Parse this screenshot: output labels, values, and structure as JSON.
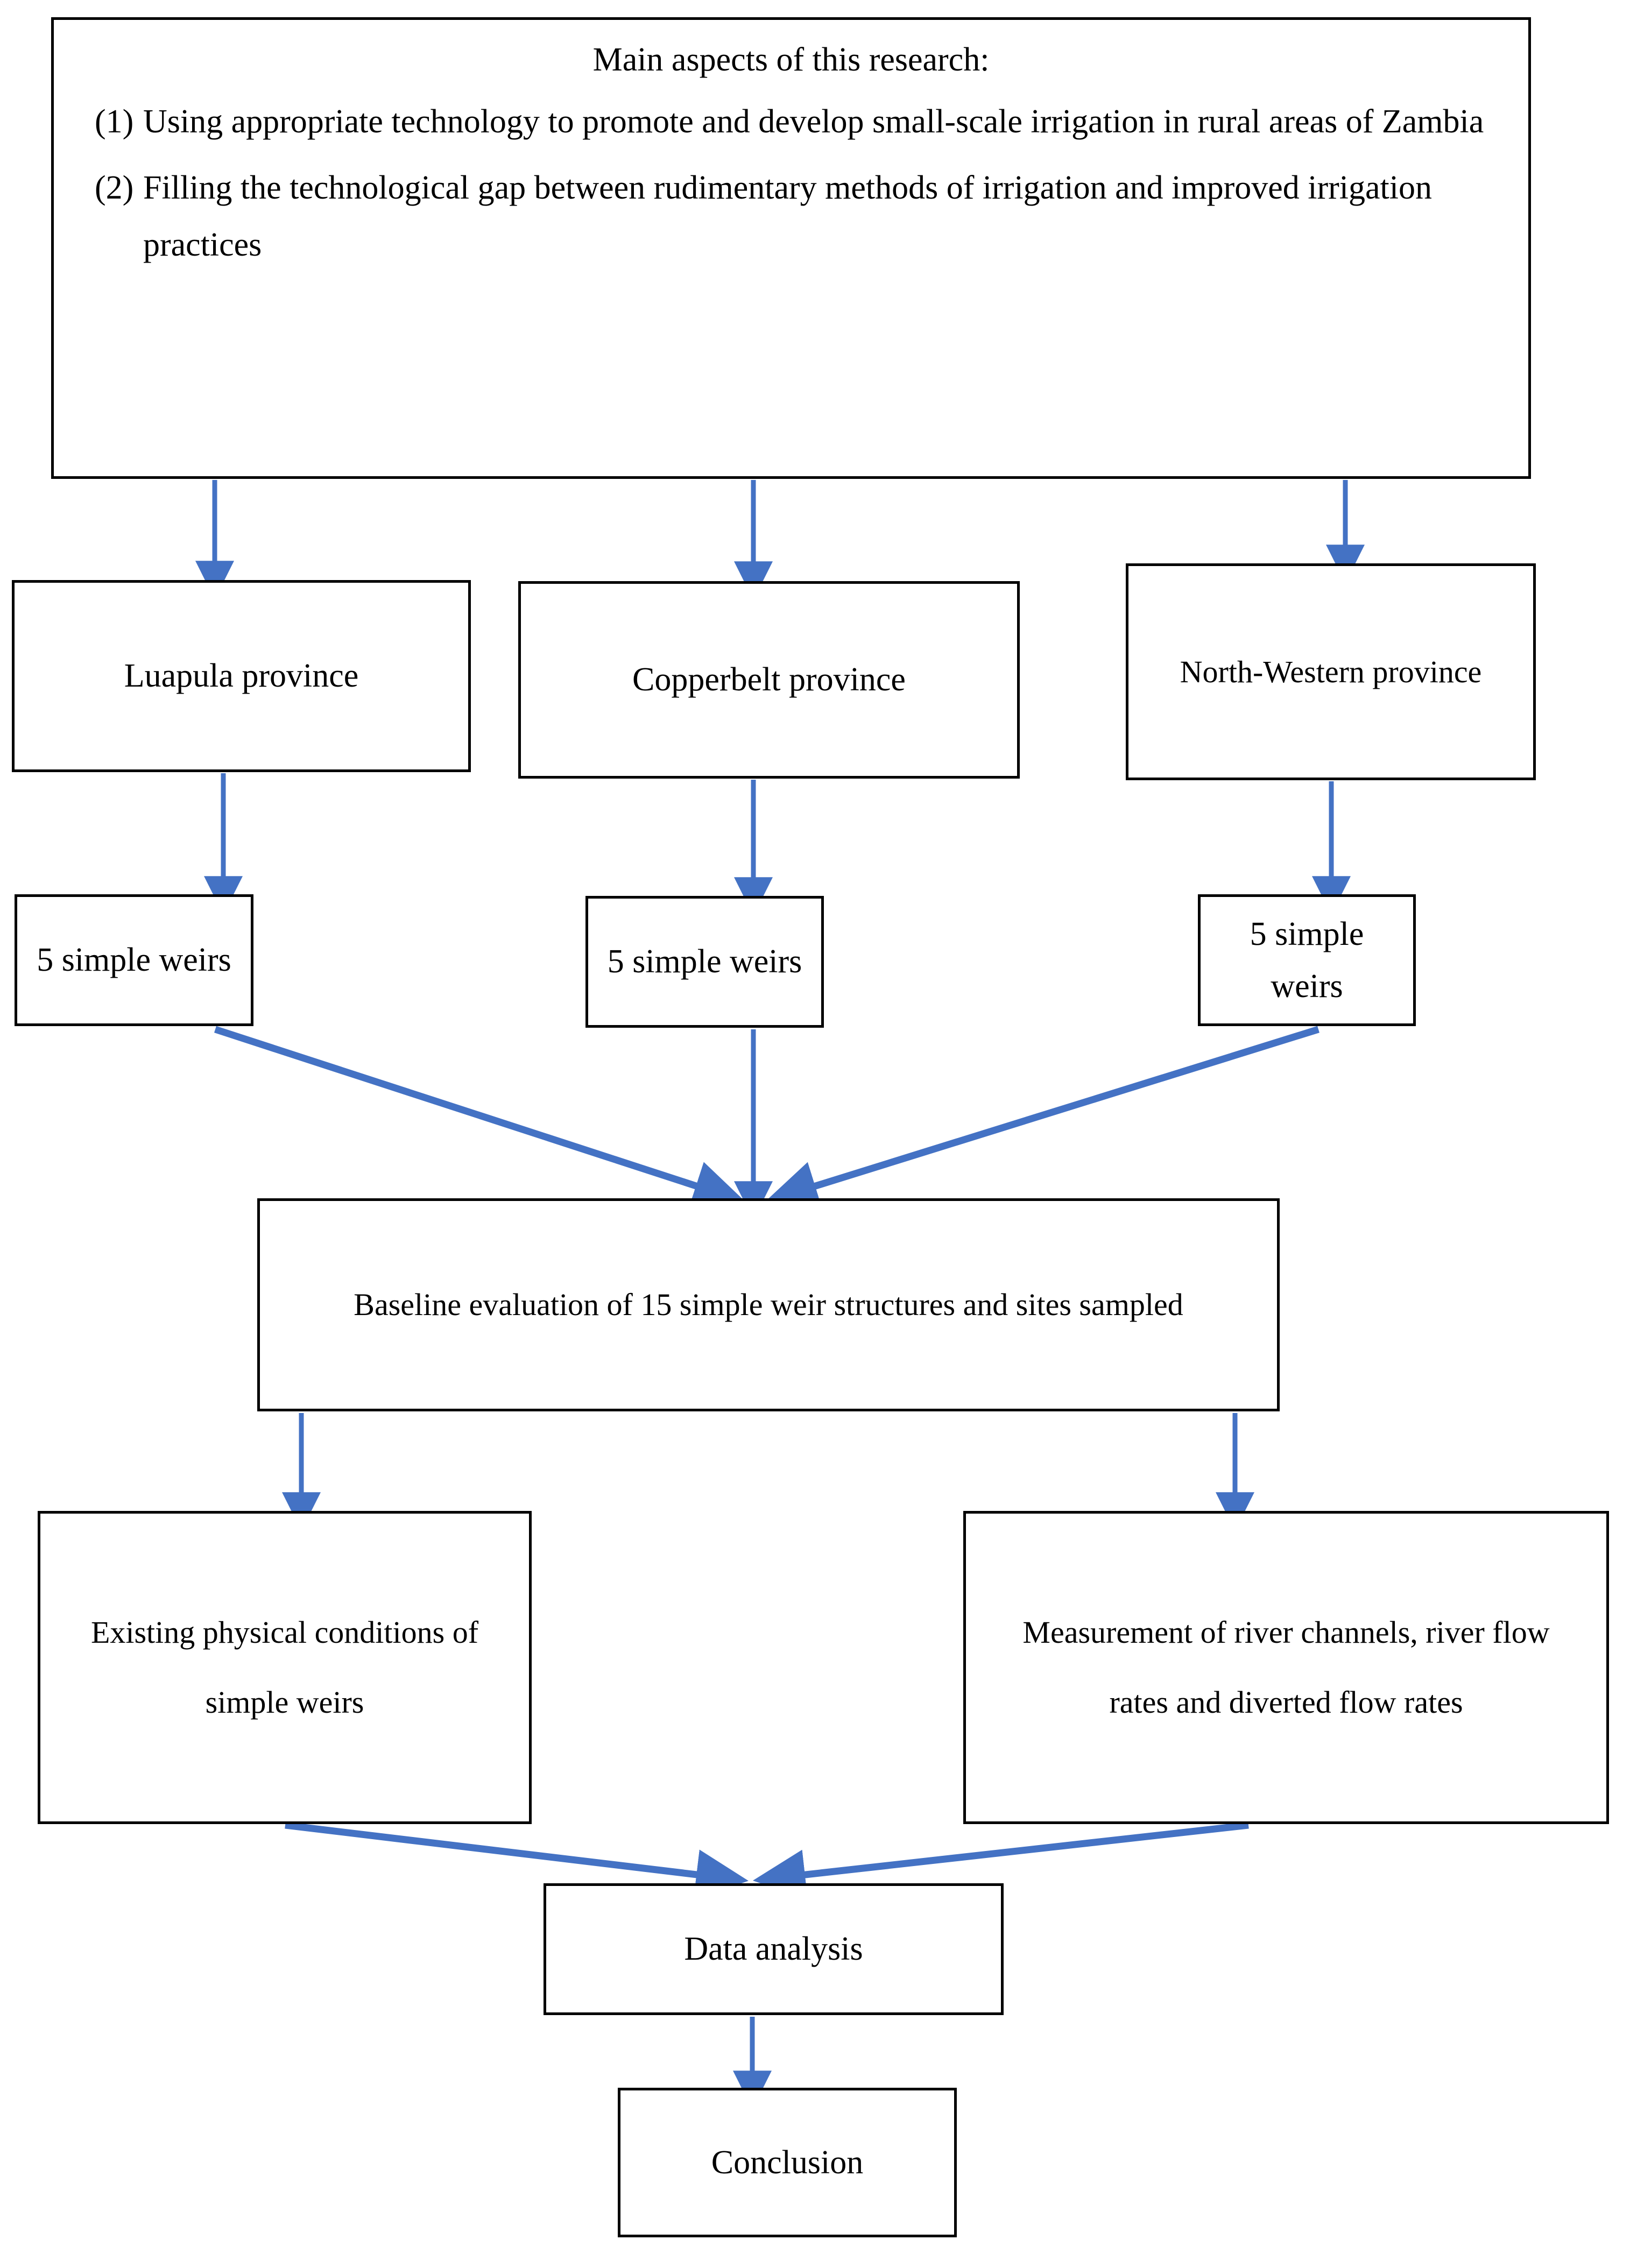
{
  "diagram": {
    "title": "Research methodology flowchart",
    "accent_color": "#4472C4",
    "line_color": "#000000",
    "background": "#FFFFFF"
  },
  "main_box": {
    "heading": "Main aspects of this research:",
    "aspects": [
      {
        "marker": "(1)",
        "text": "Using appropriate technology to promote and develop small-scale irrigation in rural areas of Zambia"
      },
      {
        "marker": "(2)",
        "text": "Filling the technological gap between rudimentary methods of irrigation and improved irrigation practices"
      }
    ]
  },
  "provinces": [
    {
      "label": "Luapula province"
    },
    {
      "label": "Copperbelt province"
    },
    {
      "label": "North-Western province"
    }
  ],
  "weirs": [
    {
      "label": "5 simple weirs"
    },
    {
      "label": "5 simple weirs"
    },
    {
      "label": "5 simple weirs"
    }
  ],
  "baseline": {
    "label": "Baseline evaluation of 15 simple weir structures and sites sampled"
  },
  "analysis_boxes": [
    {
      "label": "Existing physical conditions of simple weirs"
    },
    {
      "label": "Measurement of river channels, river flow rates and diverted flow rates"
    }
  ],
  "data_analysis": {
    "label": "Data analysis"
  },
  "conclusion": {
    "label": "Conclusion"
  }
}
